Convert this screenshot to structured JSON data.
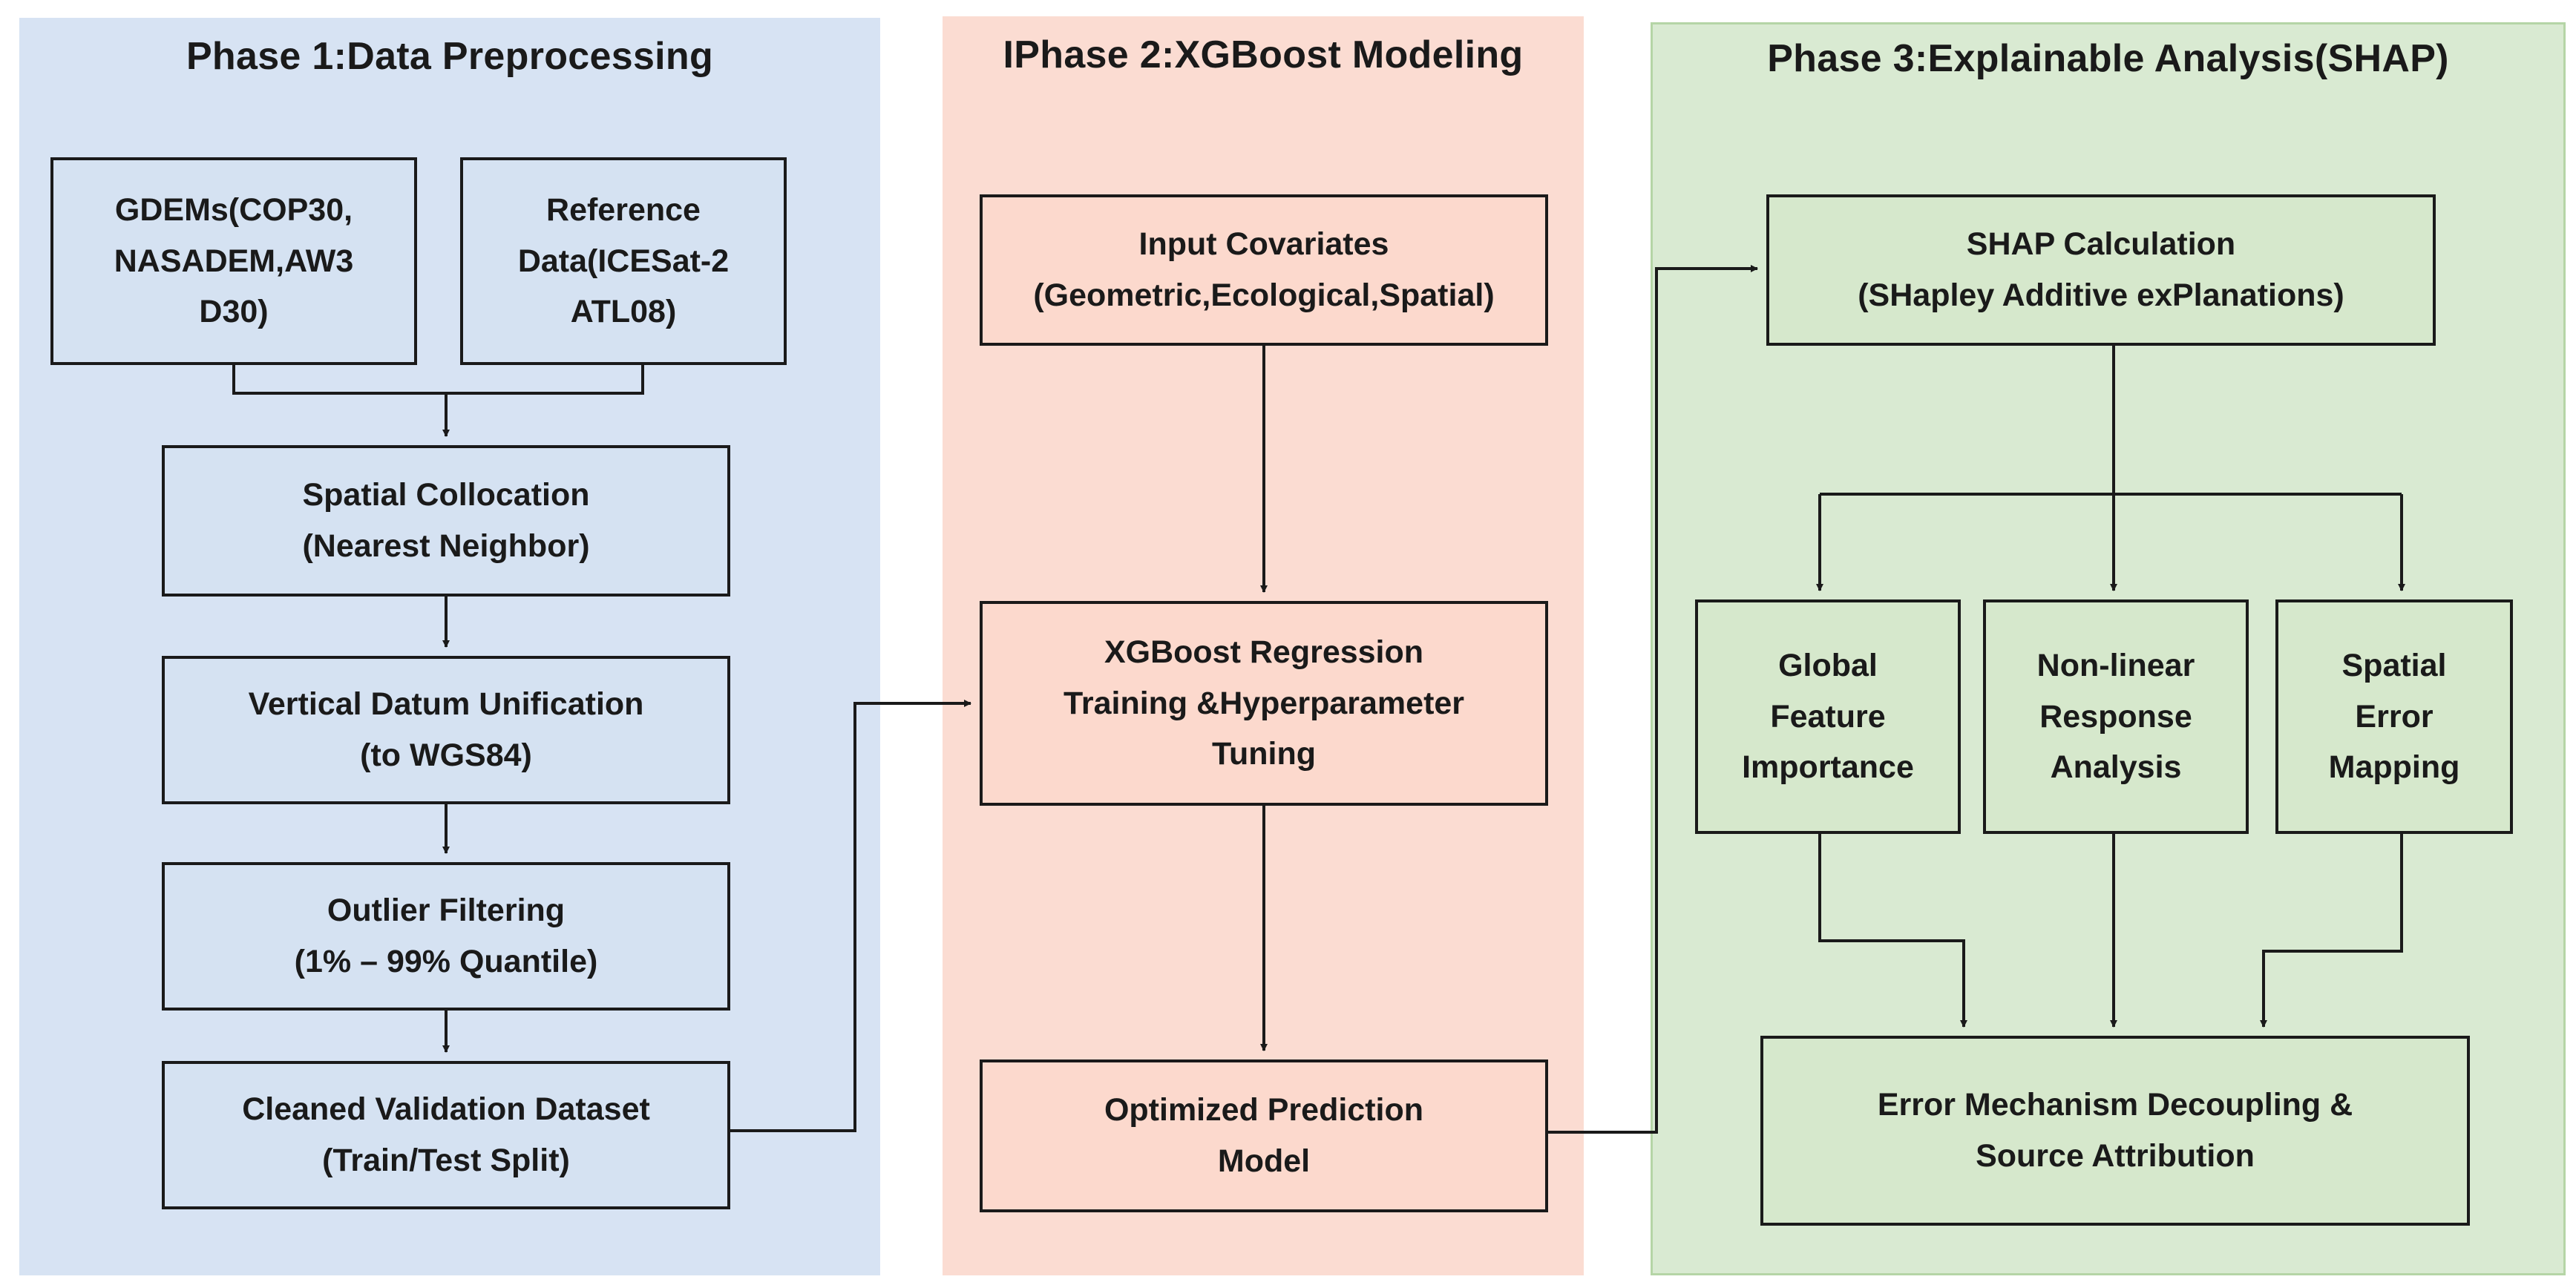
{
  "phases": [
    {
      "title": "Phase 1:Data Preprocessing",
      "boxes": [
        {
          "lines": [
            "GDEMs(COP30,",
            "NASADEM,AW3",
            "D30)"
          ]
        },
        {
          "lines": [
            "Reference",
            "Data(ICESat-2",
            "ATL08)"
          ]
        },
        {
          "lines": [
            "Spatial Collocation",
            "(Nearest Neighbor)"
          ]
        },
        {
          "lines": [
            "Vertical Datum Unification",
            "(to WGS84)"
          ]
        },
        {
          "lines": [
            "Outlier Filtering",
            "(1% – 99% Quantile)"
          ]
        },
        {
          "lines": [
            "Cleaned Validation Dataset",
            "(Train/Test Split)"
          ]
        }
      ]
    },
    {
      "title": "IPhase 2:XGBoost Modeling",
      "boxes": [
        {
          "lines": [
            "Input Covariates",
            "(Geometric,Ecological,Spatial)"
          ]
        },
        {
          "lines": [
            "XGBoost Regression",
            "Training &Hyperparameter",
            "Tuning"
          ]
        },
        {
          "lines": [
            "Optimized Prediction",
            "Model"
          ]
        }
      ]
    },
    {
      "title": "Phase 3:Explainable Analysis(SHAP)",
      "boxes": [
        {
          "lines": [
            "SHAP Calculation",
            "(SHapley Additive exPlanations)"
          ]
        },
        {
          "lines": [
            "Global",
            "Feature",
            "Importance"
          ]
        },
        {
          "lines": [
            "Non-linear",
            "Response",
            "Analysis"
          ]
        },
        {
          "lines": [
            "Spatial",
            "Error",
            "Mapping"
          ]
        },
        {
          "lines": [
            "Error Mechanism Decoupling &",
            "Source Attribution"
          ]
        }
      ]
    }
  ]
}
